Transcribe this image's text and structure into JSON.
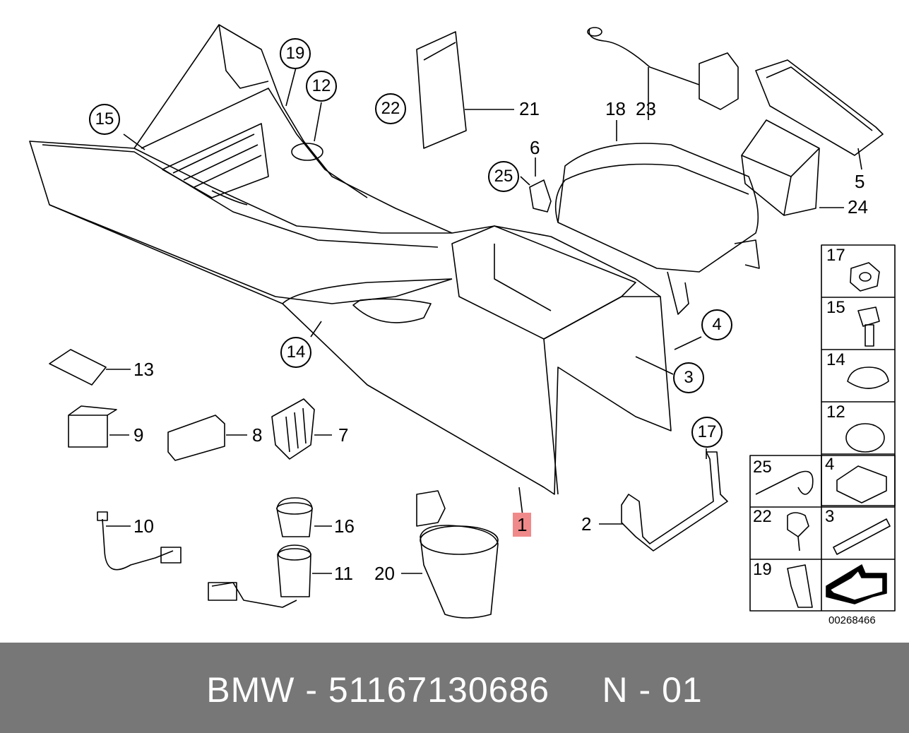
{
  "callouts": [
    "1",
    "2",
    "3",
    "4",
    "5",
    "6",
    "7",
    "8",
    "9",
    "10",
    "11",
    "12",
    "13",
    "14",
    "15",
    "16",
    "17",
    "18",
    "19",
    "20",
    "21",
    "22",
    "23",
    "24",
    "25"
  ],
  "hardware_legend": [
    "17",
    "15",
    "14",
    "12",
    "25",
    "4",
    "22",
    "3",
    "19"
  ],
  "drawing_number": "00268466",
  "footer": "BMW - 51167130686     N - 01",
  "highlight_color": "#f08a8a",
  "footer_color": "#777777"
}
